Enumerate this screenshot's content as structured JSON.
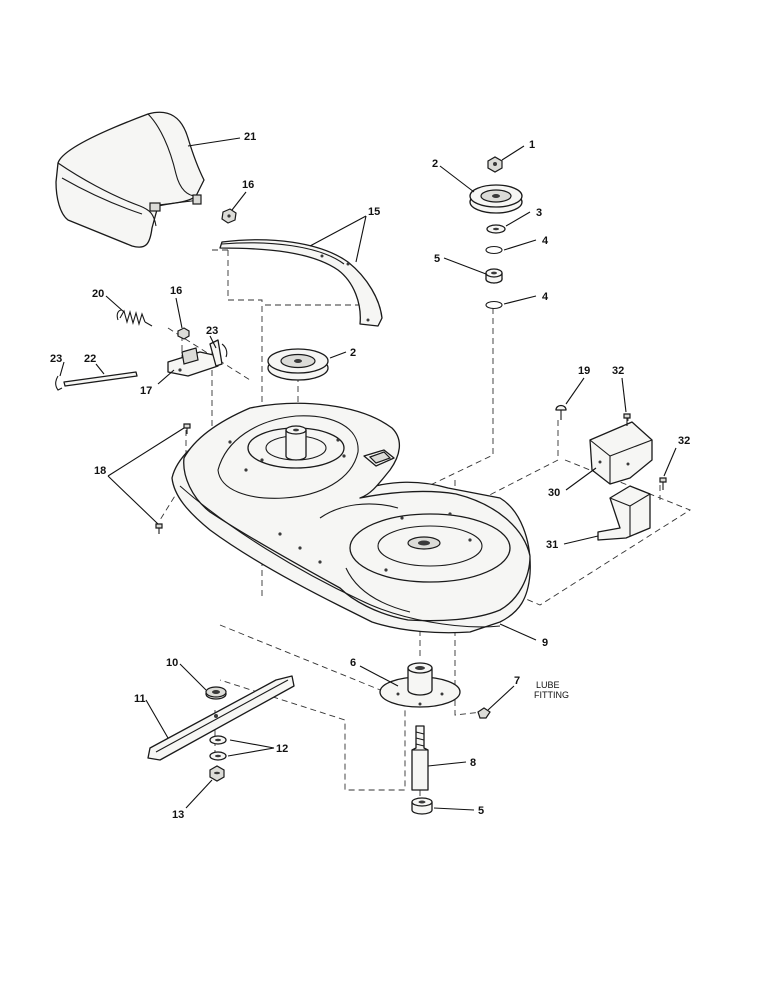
{
  "callouts": {
    "c1": "1",
    "c2a": "2",
    "c2b": "2",
    "c3": "3",
    "c4a": "4",
    "c4b": "4",
    "c5a": "5",
    "c5b": "5",
    "c6": "6",
    "c7": "7",
    "c8": "8",
    "c9": "9",
    "c10": "10",
    "c11": "11",
    "c12": "12",
    "c13": "13",
    "c15": "15",
    "c16a": "16",
    "c16b": "16",
    "c17": "17",
    "c18": "18",
    "c19": "19",
    "c20": "20",
    "c21": "21",
    "c22": "22",
    "c23a": "23",
    "c23b": "23",
    "c30": "30",
    "c31": "31",
    "c32a": "32",
    "c32b": "32"
  },
  "notes": {
    "lube_line1": "LUBE",
    "lube_line2": "FITTING"
  }
}
